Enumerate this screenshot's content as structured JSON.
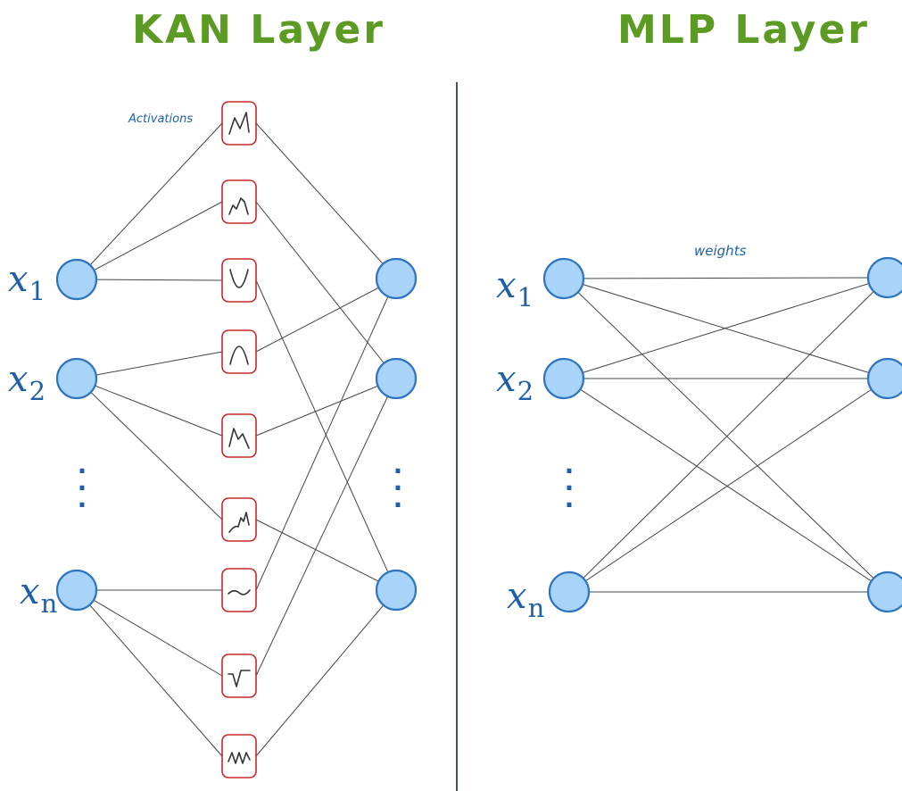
{
  "colors": {
    "title": "#5b9a23",
    "label": "#1f5fa8",
    "node_fill": "#a8d4fa",
    "node_stroke": "#2f74c0",
    "box_stroke": "#c92a2a",
    "edge": "#454545",
    "divider": "#4a4f5c"
  },
  "kan": {
    "title": "KAN Layer",
    "activations_label": "Activations",
    "inputs": [
      {
        "base": "x",
        "sub": "1"
      },
      {
        "base": "x",
        "sub": "2"
      },
      {
        "base": "x",
        "sub": "n"
      }
    ],
    "activation_icons": [
      "rise-fall-icon",
      "bimodal-peak-icon",
      "u-curve-icon",
      "arch-curve-icon",
      "peaked-curve-icon",
      "rising-wave-icon",
      "flat-wave-icon",
      "dip-step-icon",
      "zigzag-icon"
    ]
  },
  "mlp": {
    "title": "MLP Layer",
    "weights_label": "weights",
    "inputs": [
      {
        "base": "x",
        "sub": "1"
      },
      {
        "base": "x",
        "sub": "2"
      },
      {
        "base": "x",
        "sub": "n"
      }
    ]
  }
}
